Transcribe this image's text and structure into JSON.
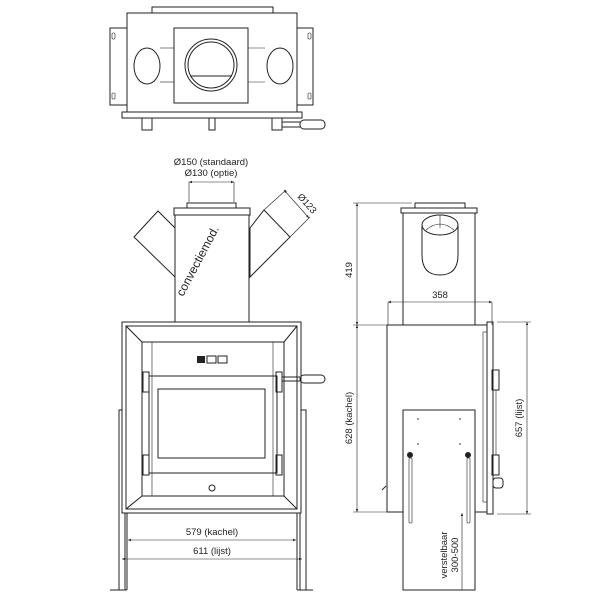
{
  "front_view": {
    "flue_diameter_standard": "Ø150 (standaard)",
    "flue_diameter_option": "Ø130 (optie)",
    "side_pipe_diameter": "Ø123",
    "module_label": "convectiemod.",
    "width_stove": "579 (kachel)",
    "width_frame": "611 (lijst)"
  },
  "side_view": {
    "module_height": "419",
    "module_depth": "358",
    "height_stove": "628 (kachel)",
    "height_frame": "657 (lijst)",
    "adjustable_label": "verstelbaar",
    "adjustable_range": "300-500"
  },
  "colors": {
    "line": "#222222",
    "background": "#ffffff"
  }
}
